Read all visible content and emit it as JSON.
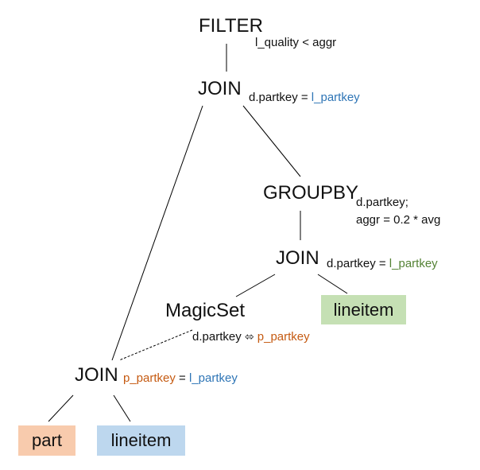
{
  "colors": {
    "blue": "#2e75b6",
    "orange": "#c55a11",
    "green": "#548235",
    "part_fill": "#f8cbad",
    "lineitem_blue_fill": "#bdd7ee",
    "lineitem_green_fill": "#c5e0b4",
    "edge": "#000000"
  },
  "nodes": {
    "filter": "FILTER",
    "join_top": "JOIN",
    "groupby": "GROUPBY",
    "join_mid": "JOIN",
    "magicset": "MagicSet",
    "join_bottom": "JOIN"
  },
  "leaves": {
    "lineitem_green": "lineitem",
    "part": "part",
    "lineitem_blue": "lineitem"
  },
  "labels": {
    "filter_cond": "l_quality < aggr",
    "join_top_left": "d.partkey = ",
    "join_top_right": "l_partkey",
    "groupby_line1": "d.partkey;",
    "groupby_line2": "aggr = 0.2 * avg",
    "join_mid_left": "d.partkey = ",
    "join_mid_right": "l_partkey",
    "magic_left": "d.partkey ",
    "magic_arrow": "⬄",
    "magic_right": " p_partkey",
    "join_bottom_left": "p_partkey",
    "join_bottom_mid": " = ",
    "join_bottom_right": "l_partkey"
  }
}
